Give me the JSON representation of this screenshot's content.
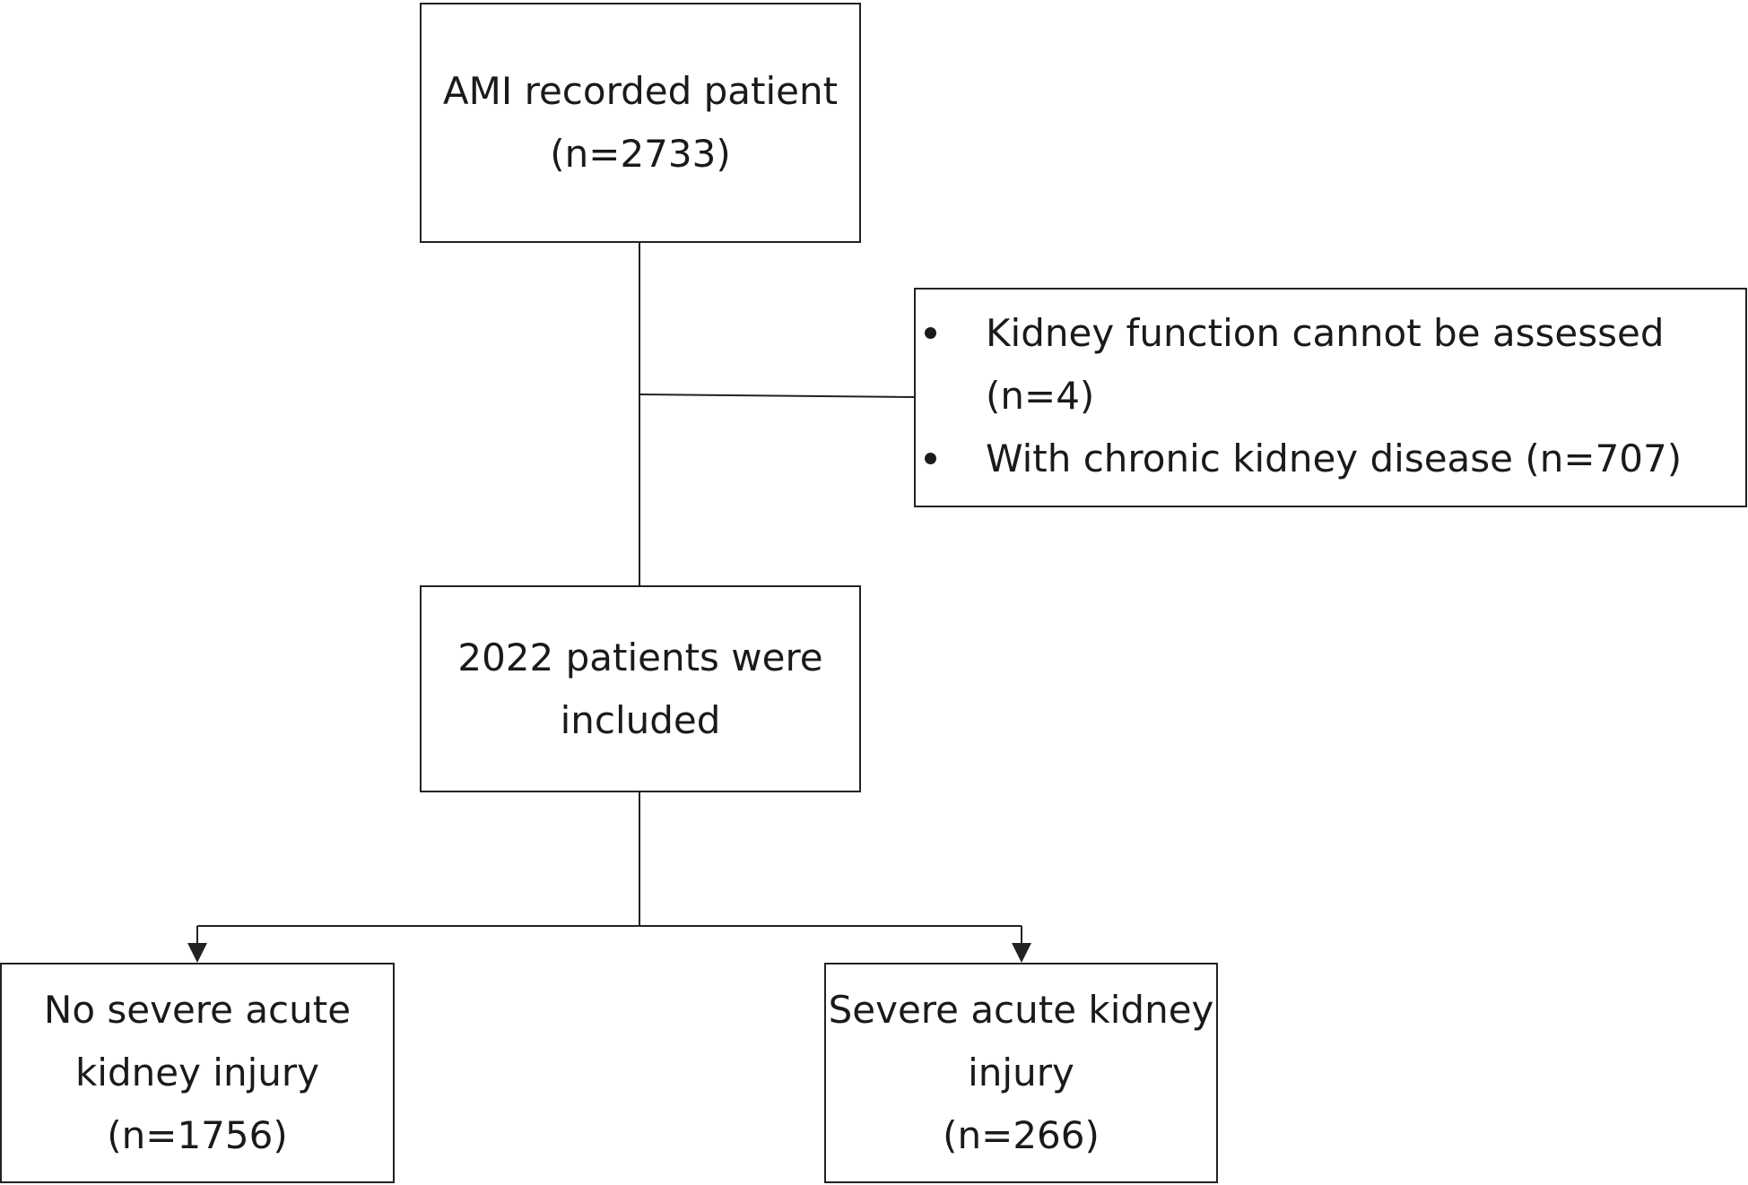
{
  "nodes": {
    "ami": {
      "lines": [
        "AMI recorded patient",
        "(n=2733)"
      ]
    },
    "exclusion": {
      "items": [
        {
          "lines": [
            "Kidney function cannot be assessed",
            "(n=4)"
          ]
        },
        {
          "lines": [
            "With chronic kidney disease (n=707)"
          ]
        }
      ]
    },
    "included": {
      "lines": [
        "2022 patients were",
        "included"
      ]
    },
    "no_severe_aki": {
      "lines": [
        "No severe acute",
        "kidney injury",
        "(n=1756)"
      ]
    },
    "severe_aki": {
      "lines": [
        "Severe acute kidney",
        "injury",
        "(n=266)"
      ]
    }
  },
  "edges": [
    {
      "from": "ami",
      "to": "included",
      "type": "line"
    },
    {
      "from": "ami-included-link",
      "to": "exclusion",
      "type": "branch-line"
    },
    {
      "from": "included",
      "to": "no_severe_aki",
      "type": "arrow"
    },
    {
      "from": "included",
      "to": "severe_aki",
      "type": "arrow"
    }
  ],
  "colors": {
    "line": "#222222",
    "text": "#1a1a1a",
    "background": "#ffffff"
  }
}
